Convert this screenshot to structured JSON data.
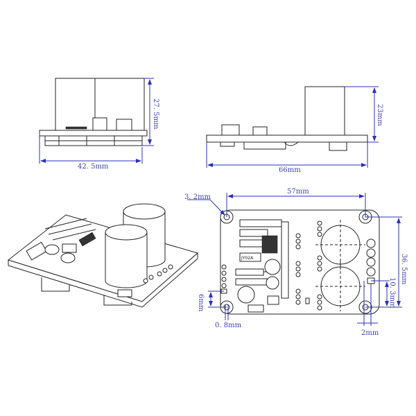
{
  "side_view_front": {
    "height_label": "27. 5mm",
    "width_label": "42. 5mm"
  },
  "side_view_long": {
    "height_label": "23mm",
    "width_label": "66mm"
  },
  "top_view": {
    "hole_spacing_label": "57mm",
    "hole_diameter_label": "3. 2mm",
    "vertical_spacing_label": "36. 5mm",
    "terminal_offset_label": "10. 3mm",
    "header_offset_label": "6mm",
    "header_margin_label": "0. 8mm",
    "terminal_margin_label": "2mm",
    "chip_label": "JY02A"
  },
  "colors": {
    "dimension": "#2b2fc0",
    "outline": "#222222"
  }
}
